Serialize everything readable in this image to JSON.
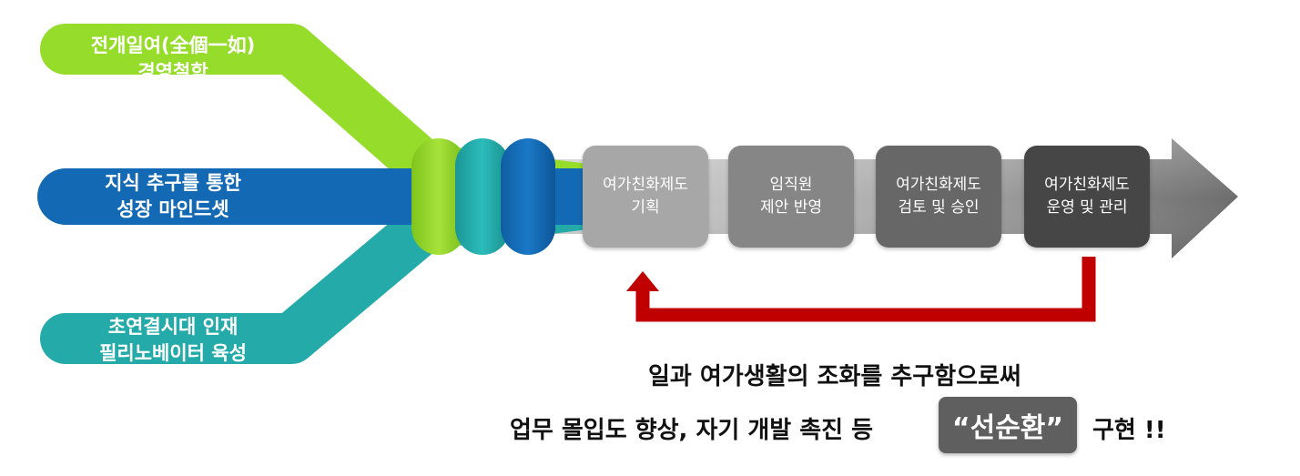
{
  "sources": [
    {
      "line1": "전개일여(全個一如)",
      "line2": "경영철학",
      "color": "#96dc2a"
    },
    {
      "line1": "지식 추구를 통한",
      "line2": "성장 마인드셋",
      "color": "#1469b4"
    },
    {
      "line1": "초연결시대 인재",
      "line2": "필리노베이터 육성",
      "color": "#23aaa9"
    }
  ],
  "process_steps": [
    {
      "line1": "여가친화제도",
      "line2": "기획",
      "color": "#a7a7a7"
    },
    {
      "line1": "임직원",
      "line2": "제안 반영",
      "color": "#868686"
    },
    {
      "line1": "여가친화제도",
      "line2": "검토 및 승인",
      "color": "#676767"
    },
    {
      "line1": "여가친화제도",
      "line2": "운영 및 관리",
      "color": "#464646"
    }
  ],
  "feedback_color": "#c00000",
  "conclusion": {
    "line1": "일과 여가생활의 조화를 추구함으로써",
    "line2_prefix": "업무 몰입도 향상, 자기 개발 촉진 등",
    "highlight": "“선순환”",
    "line2_suffix": "구현 !!"
  }
}
